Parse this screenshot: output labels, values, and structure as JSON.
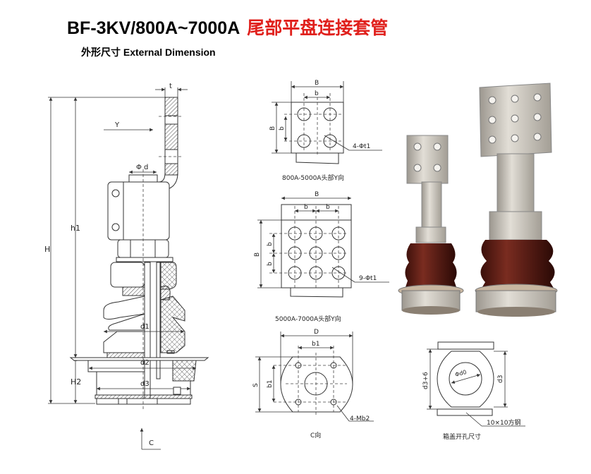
{
  "title": {
    "model": "BF-3KV/800A~7000A",
    "name_cn": "尾部平盘连接套管"
  },
  "subtitle": "外形尺寸 External Dimension",
  "main_drawing": {
    "labels": {
      "t": "t",
      "Y": "Y",
      "phi_d": "Φ d",
      "h1": "h1",
      "H": "H",
      "H2": "H2",
      "d1": "d1",
      "d2": "d2",
      "d3": "d3",
      "C": "C"
    }
  },
  "head_view_small": {
    "B_top": "B",
    "b_top": "b",
    "B_left": "B",
    "b_left": "b",
    "holes": "4-Φt1",
    "caption": "800A-5000A头部Y向"
  },
  "head_view_large": {
    "B_top": "B",
    "b_top1": "b",
    "b_top2": "b",
    "B_left": "B",
    "b_left1": "b",
    "b_left2": "b",
    "holes": "9-Φt1",
    "caption": "5000A-7000A头部Y向"
  },
  "c_view": {
    "D": "D",
    "b1_top": "b1",
    "S": "S",
    "b1_left": "b1",
    "bolts": "4-Mb2",
    "caption": "C向"
  },
  "cover_hole": {
    "d3_plus": "d3+6",
    "d3": "d3",
    "phi_d0": "Φd0",
    "steel": "10×10方钢",
    "caption": "箱盖开孔尺寸"
  },
  "colors": {
    "title_red": "#e0201c",
    "porcelain": "#5a1e16",
    "copper": "#c9c4bc"
  }
}
